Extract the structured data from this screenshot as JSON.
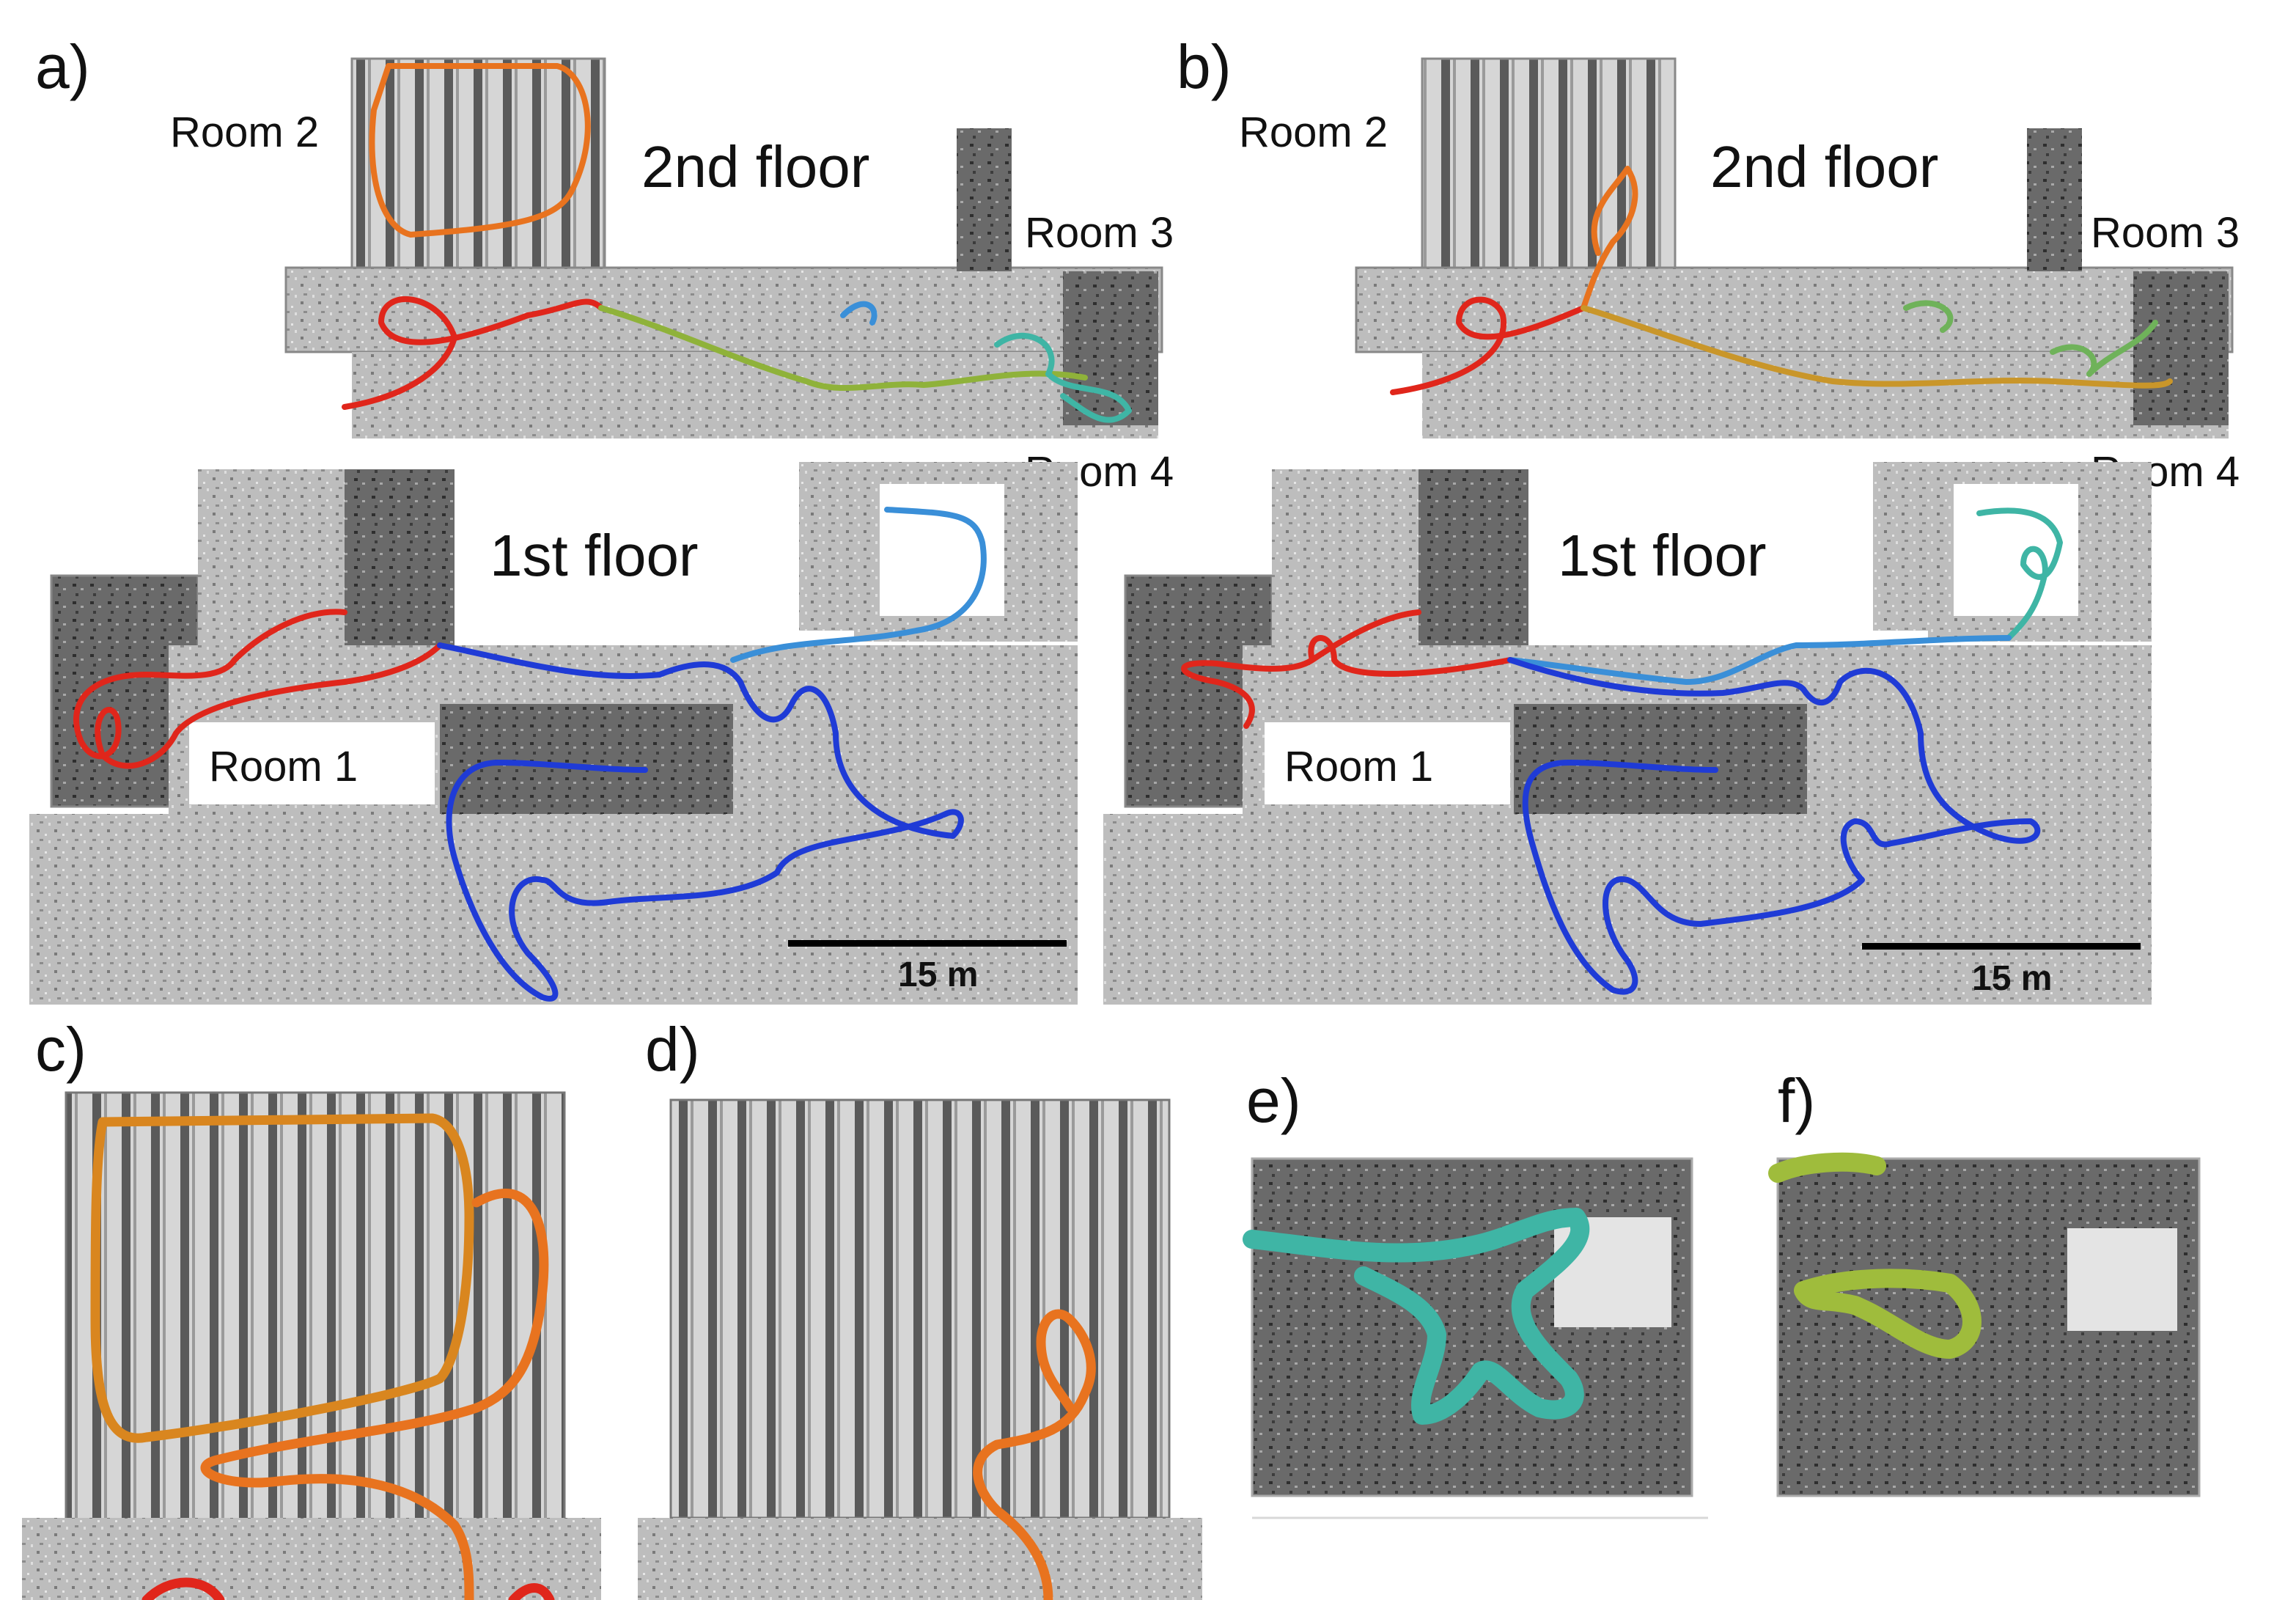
{
  "panels": {
    "a": "a)",
    "b": "b)",
    "c": "c)",
    "d": "d)",
    "e": "e)",
    "f": "f)"
  },
  "map_labels": {
    "second_floor": "2nd floor",
    "first_floor": "1st floor",
    "room1": "Room 1",
    "room2": "Room 2",
    "room3": "Room 3",
    "room4": "Room 4"
  },
  "scale_bar": {
    "label": "15 m"
  },
  "colors": {
    "background": "#ffffff",
    "map_light": "#cfcfcf",
    "map_mid": "#9a9a9a",
    "map_dark": "#3a3a3a",
    "traj_red": "#e0261b",
    "traj_orange": "#e8731f",
    "traj_amber": "#c9962a",
    "traj_yellowgreen": "#9fbc3c",
    "traj_green": "#6fb25a",
    "traj_teal": "#3fb5a5",
    "traj_lightblue": "#3a8fd8",
    "traj_blue": "#1f3bd6"
  }
}
